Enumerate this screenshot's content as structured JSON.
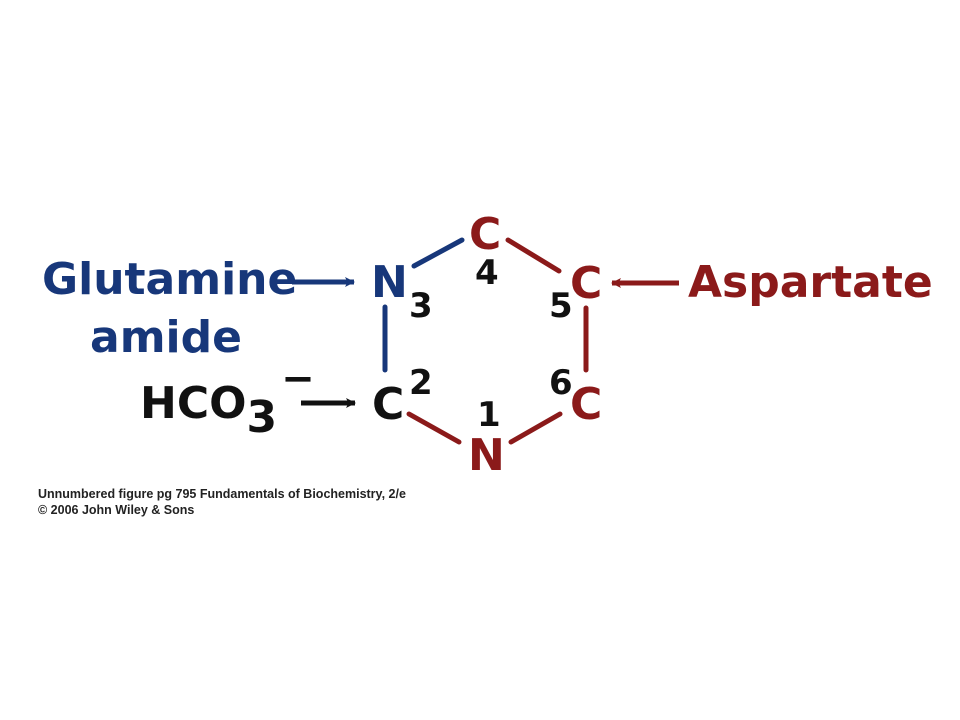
{
  "colors": {
    "blue": "#17377a",
    "red": "#8b1a1a",
    "black": "#111111"
  },
  "sources": {
    "glutamine_line1": "Glutamine",
    "glutamine_line2": "amide",
    "bicarbonate_base": "HCO",
    "bicarbonate_subscript": "3",
    "bicarbonate_charge": "−",
    "aspartate": "Aspartate"
  },
  "ring": {
    "atoms": {
      "n1": "N",
      "c2": "C",
      "n3": "N",
      "c4": "C",
      "c5": "C",
      "c6": "C"
    },
    "numbers": {
      "n1": "1",
      "c2": "2",
      "n3": "3",
      "c4": "4",
      "c5": "5",
      "c6": "6"
    }
  },
  "credit": {
    "line1": "Unnumbered figure pg 795  Fundamentals of Biochemistry, 2/e",
    "line2": "© 2006 John Wiley & Sons"
  }
}
